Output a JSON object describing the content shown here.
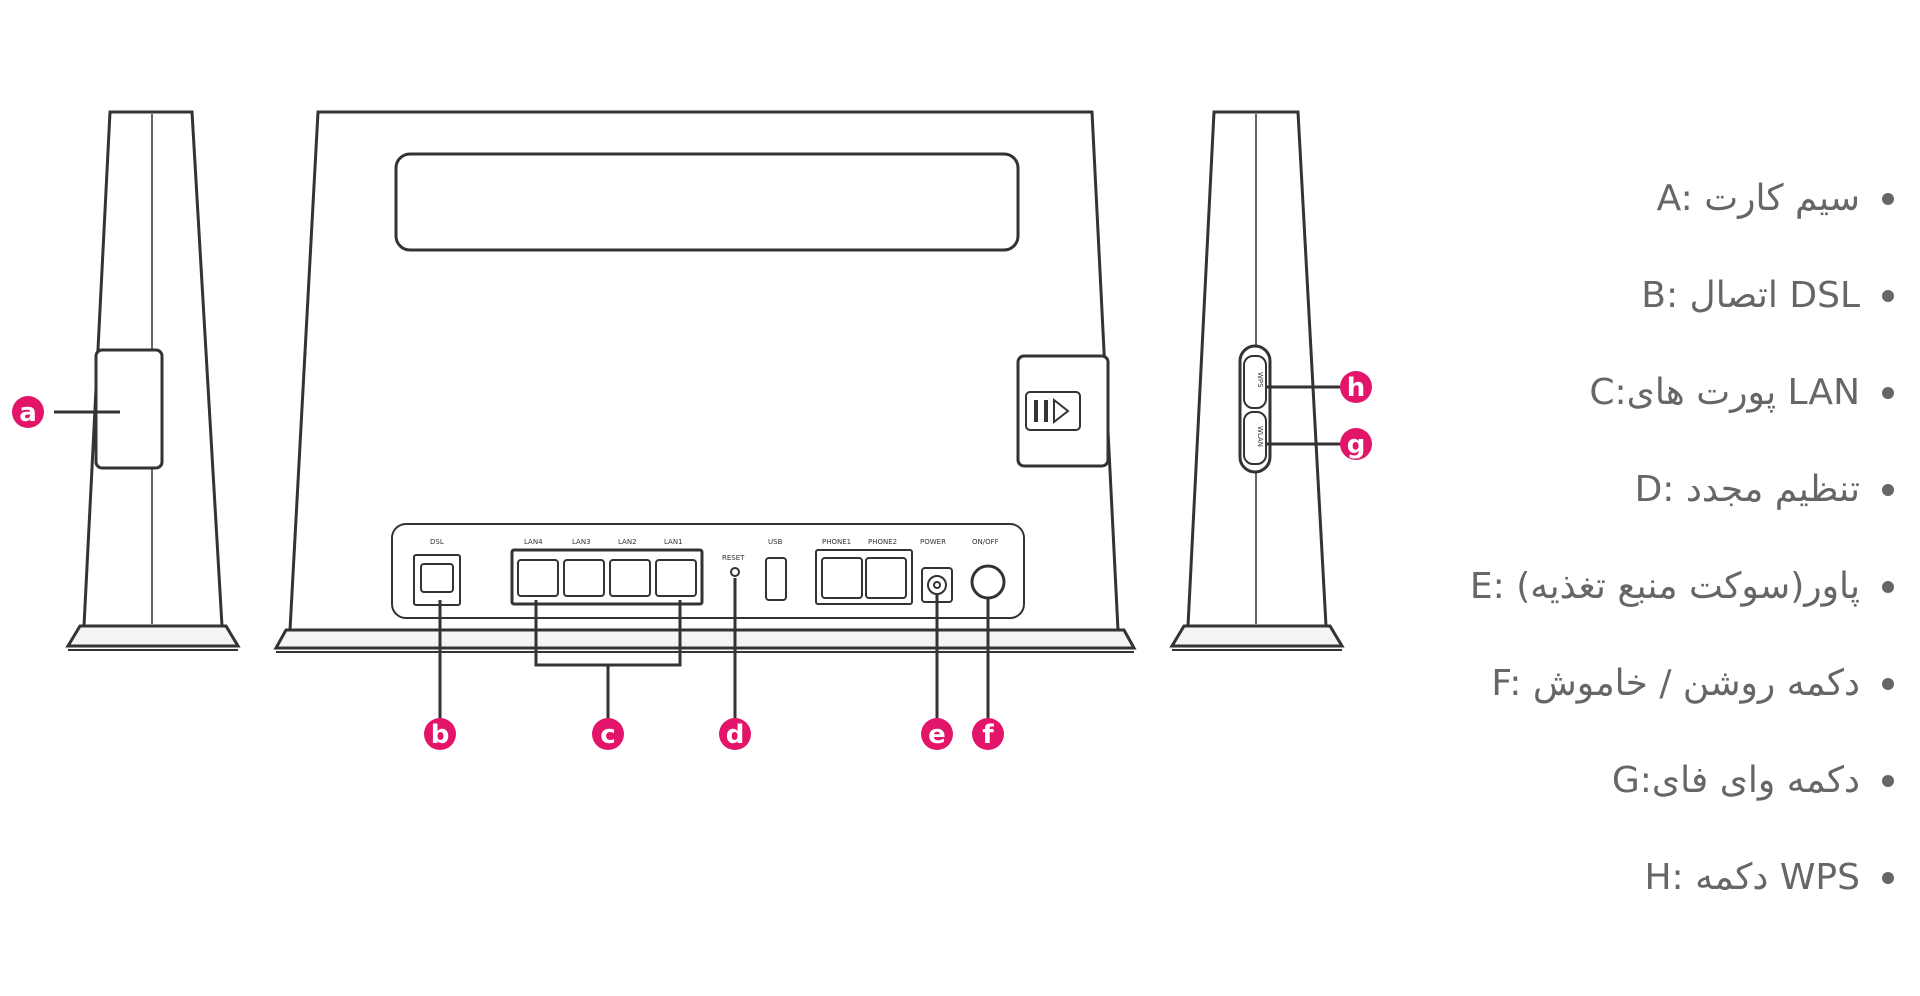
{
  "callouts": {
    "a": "a",
    "b": "b",
    "c": "c",
    "d": "d",
    "e": "e",
    "f": "f",
    "g": "g",
    "h": "h"
  },
  "port_labels": {
    "dsl": "DSL",
    "lan4": "LAN4",
    "lan3": "LAN3",
    "lan2": "LAN2",
    "lan1": "LAN1",
    "reset": "RESET",
    "usb": "USB",
    "phone1": "PHONE1",
    "phone2": "PHONE2",
    "power": "POWER",
    "onoff": "ON/OFF",
    "wps": "WPS",
    "wlan": "WLAN"
  },
  "legend": {
    "items": [
      {
        "text": "A: سیم کارت"
      },
      {
        "text": "B: اتصال DSL"
      },
      {
        "text": "C:پورت های LAN"
      },
      {
        "text": "D: تنظیم مجدد"
      },
      {
        "text": "E: پاور(سوکت منبع تغذیه)"
      },
      {
        "text": "F: دکمه روشن / خاموش"
      },
      {
        "text": "G:دکمه وای فای"
      },
      {
        "text": "H: دکمه WPS"
      }
    ]
  },
  "colors": {
    "callout": "#e2156b",
    "outline": "#333333",
    "legend_text": "#666666"
  }
}
